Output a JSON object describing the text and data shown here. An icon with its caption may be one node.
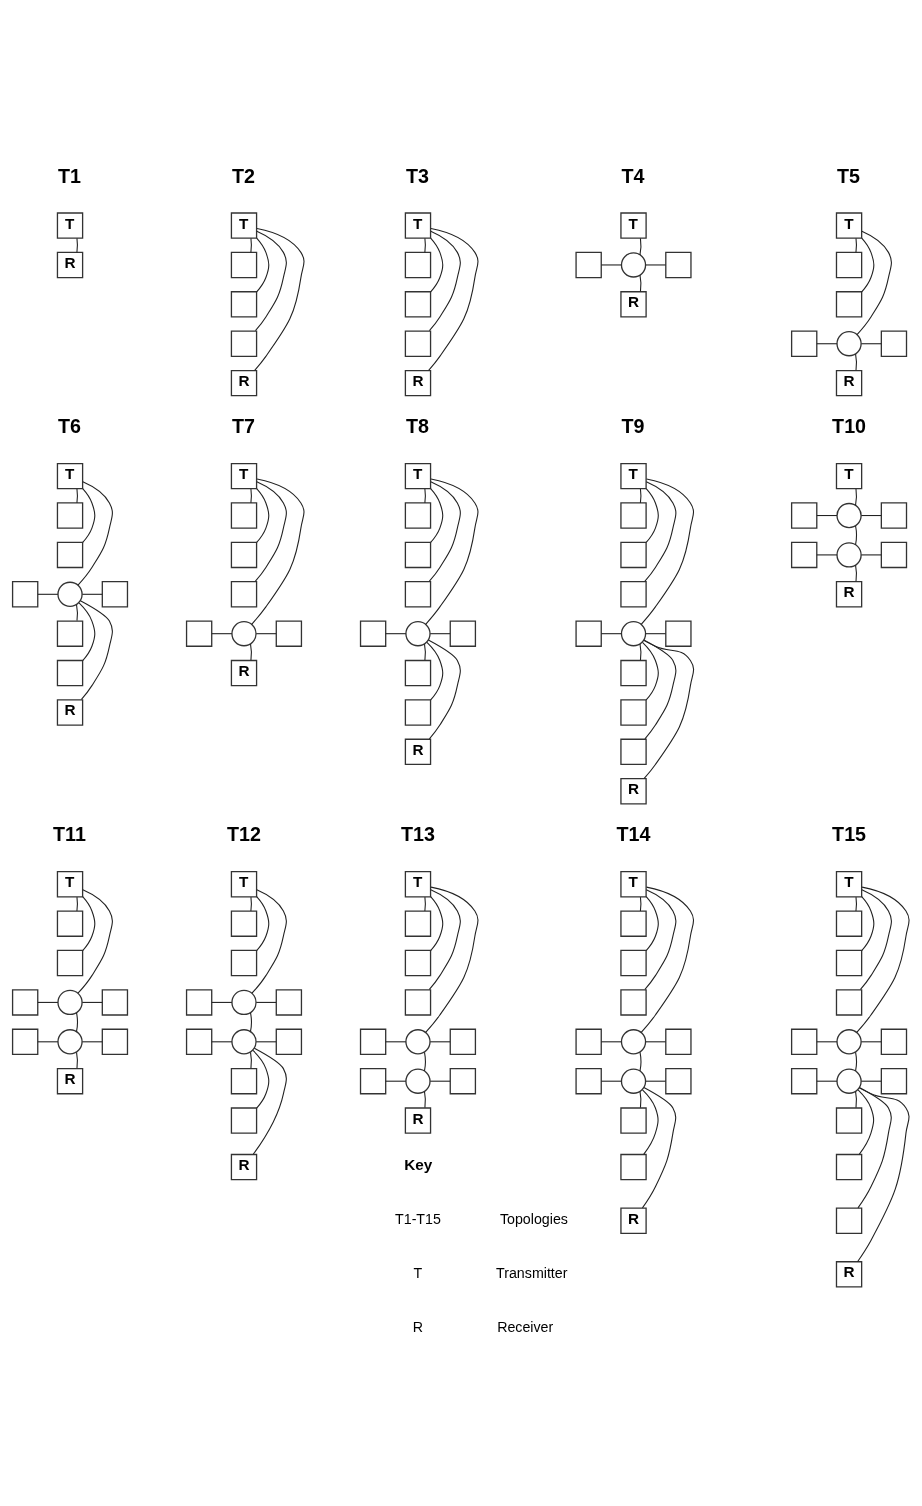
{
  "diagram": {
    "nodes": [
      {
        "text": [
          "T"
        ]
      },
      {
        "text": [
          "R"
        ]
      },
      {
        "text": [
          "T"
        ]
      },
      {
        "text": [],
        "shape": "box"
      },
      {
        "text": [],
        "shape": "box"
      },
      {
        "text": [],
        "shape": "box"
      },
      {
        "text": [
          "R"
        ]
      },
      {
        "text": [
          "T"
        ]
      },
      {
        "text": [],
        "shape": "box"
      },
      {
        "text": [],
        "shape": "box"
      },
      {
        "text": [],
        "shape": "box"
      },
      {
        "text": [
          "R"
        ]
      },
      {
        "text": [
          "T"
        ]
      },
      {
        "text": [],
        "shape": "box"
      },
      {
        "text": [],
        "shape": "circle"
      },
      {
        "text": [],
        "shape": "box"
      },
      {
        "text": [
          "R"
        ]
      },
      {
        "text": [
          "T"
        ]
      },
      {
        "text": [],
        "shape": "box"
      },
      {
        "text": [],
        "shape": "box"
      },
      {
        "text": [],
        "shape": "box"
      },
      {
        "text": [],
        "shape": "circle"
      },
      {
        "text": [],
        "shape": "box"
      },
      {
        "text": [
          "R"
        ]
      },
      {
        "text": [
          "T"
        ]
      },
      {
        "text": [],
        "shape": "box"
      },
      {
        "text": [],
        "shape": "box"
      },
      {
        "text": [],
        "shape": "box"
      },
      {
        "text": [],
        "shape": "circle"
      },
      {
        "text": [],
        "shape": "box"
      },
      {
        "text": [],
        "shape": "box"
      },
      {
        "text": [],
        "shape": "box"
      },
      {
        "text": [
          "R"
        ]
      },
      {
        "text": [
          "T"
        ]
      },
      {
        "text": [],
        "shape": "box"
      },
      {
        "text": [],
        "shape": "box"
      },
      {
        "text": [],
        "shape": "box"
      },
      {
        "text": [],
        "shape": "box"
      },
      {
        "text": [],
        "shape": "circle"
      },
      {
        "text": [],
        "shape": "box"
      },
      {
        "text": [
          "R"
        ]
      },
      {
        "text": [
          "T"
        ]
      },
      {
        "text": [],
        "shape": "box"
      },
      {
        "text": [],
        "shape": "box"
      },
      {
        "text": [],
        "shape": "box"
      },
      {
        "text": [],
        "shape": "box"
      },
      {
        "text": [],
        "shape": "circle"
      },
      {
        "text": [],
        "shape": "box"
      },
      {
        "text": [],
        "shape": "box"
      },
      {
        "text": [],
        "shape": "box"
      },
      {
        "text": [
          "R"
        ]
      },
      {
        "text": [
          "T"
        ]
      },
      {
        "text": [],
        "shape": "box"
      },
      {
        "text": [],
        "shape": "box"
      },
      {
        "text": [],
        "shape": "box"
      },
      {
        "text": [],
        "shape": "box"
      },
      {
        "text": [],
        "shape": "circle"
      },
      {
        "text": [],
        "shape": "box"
      },
      {
        "text": [],
        "shape": "box"
      },
      {
        "text": [],
        "shape": "box"
      },
      {
        "text": [],
        "shape": "box"
      },
      {
        "text": [
          "R"
        ]
      },
      {
        "text": [
          "T"
        ]
      },
      {
        "text": [],
        "shape": "box"
      },
      {
        "text": [],
        "shape": "circle"
      },
      {
        "text": [],
        "shape": "box"
      },
      {
        "text": [],
        "shape": "box"
      },
      {
        "text": [],
        "shape": "circle"
      },
      {
        "text": [],
        "shape": "box"
      },
      {
        "text": [
          "R"
        ]
      },
      {
        "text": [
          "T"
        ]
      },
      {
        "text": [],
        "shape": "box"
      },
      {
        "text": [],
        "shape": "box"
      },
      {
        "text": [],
        "shape": "box"
      },
      {
        "text": [],
        "shape": "circle"
      },
      {
        "text": [],
        "shape": "box"
      },
      {
        "text": [],
        "shape": "box"
      },
      {
        "text": [],
        "shape": "circle"
      },
      {
        "text": [],
        "shape": "box"
      },
      {
        "text": [
          "R"
        ]
      },
      {
        "text": [
          "T"
        ]
      },
      {
        "text": [],
        "shape": "box"
      },
      {
        "text": [],
        "shape": "box"
      },
      {
        "text": [],
        "shape": "box"
      },
      {
        "text": [],
        "shape": "circle"
      },
      {
        "text": [],
        "shape": "box"
      },
      {
        "text": [],
        "shape": "box"
      },
      {
        "text": [],
        "shape": "circle"
      },
      {
        "text": [],
        "shape": "box"
      },
      {
        "text": [],
        "shape": "box"
      },
      {
        "text": [],
        "shape": "box"
      },
      {
        "text": [
          "R"
        ]
      },
      {
        "text": [
          "T"
        ]
      },
      {
        "text": [],
        "shape": "box"
      },
      {
        "text": [],
        "shape": "box"
      },
      {
        "text": [],
        "shape": "box"
      },
      {
        "text": [],
        "shape": "box"
      },
      {
        "text": [],
        "shape": "circle"
      },
      {
        "text": [],
        "shape": "box"
      },
      {
        "text": [],
        "shape": "box"
      },
      {
        "text": [],
        "shape": "circle"
      },
      {
        "text": [],
        "shape": "box"
      },
      {
        "text": [
          "R"
        ]
      },
      {
        "text": [
          "T"
        ]
      },
      {
        "text": [],
        "shape": "box"
      },
      {
        "text": [],
        "shape": "box"
      },
      {
        "text": [],
        "shape": "box"
      },
      {
        "text": [],
        "shape": "box"
      },
      {
        "text": [],
        "shape": "circle"
      },
      {
        "text": [],
        "shape": "box"
      },
      {
        "text": [],
        "shape": "box"
      },
      {
        "text": [],
        "shape": "circle"
      },
      {
        "text": [],
        "shape": "box"
      },
      {
        "text": [],
        "shape": "box"
      },
      {
        "text": [],
        "shape": "box"
      },
      {
        "text": [
          "R"
        ]
      },
      {
        "text": [
          "T"
        ]
      },
      {
        "text": [],
        "shape": "box"
      },
      {
        "text": [],
        "shape": "box"
      },
      {
        "text": [],
        "shape": "box"
      },
      {
        "text": [],
        "shape": "box"
      },
      {
        "text": [],
        "shape": "circle"
      },
      {
        "text": [],
        "shape": "box"
      },
      {
        "text": [],
        "shape": "box"
      },
      {
        "text": [],
        "shape": "circle"
      },
      {
        "text": [],
        "shape": "box"
      },
      {
        "text": [],
        "shape": "box"
      },
      {
        "text": [],
        "shape": "box"
      },
      {
        "text": [],
        "shape": "box"
      },
      {
        "text": [
          "R"
        ]
      }
    ],
    "edges": [
      {
        "from": 0,
        "to": 1,
        "arrow": "none"
      },
      {
        "from": 2,
        "to": 3,
        "arrow": "none"
      },
      {
        "from": 2,
        "to": 4,
        "arrow": "none"
      },
      {
        "from": 2,
        "to": 5,
        "arrow": "none"
      },
      {
        "from": 2,
        "to": 6,
        "arrow": "none"
      },
      {
        "from": 7,
        "to": 8,
        "arrow": "none"
      },
      {
        "from": 7,
        "to": 9,
        "arrow": "none"
      },
      {
        "from": 7,
        "to": 10,
        "arrow": "none"
      },
      {
        "from": 7,
        "to": 11,
        "arrow": "none"
      },
      {
        "from": 12,
        "to": 14,
        "arrow": "none"
      },
      {
        "from": 13,
        "to": 14,
        "arrow": "none"
      },
      {
        "from": 14,
        "to": 15,
        "arrow": "none"
      },
      {
        "from": 14,
        "to": 16,
        "arrow": "none"
      },
      {
        "from": 17,
        "to": 18,
        "arrow": "none"
      },
      {
        "from": 17,
        "to": 19,
        "arrow": "none"
      },
      {
        "from": 17,
        "to": 21,
        "arrow": "none"
      },
      {
        "from": 20,
        "to": 21,
        "arrow": "none"
      },
      {
        "from": 21,
        "to": 22,
        "arrow": "none"
      },
      {
        "from": 21,
        "to": 23,
        "arrow": "none"
      },
      {
        "from": 24,
        "to": 25,
        "arrow": "none"
      },
      {
        "from": 24,
        "to": 26,
        "arrow": "none"
      },
      {
        "from": 24,
        "to": 28,
        "arrow": "none"
      },
      {
        "from": 27,
        "to": 28,
        "arrow": "none"
      },
      {
        "from": 28,
        "to": 29,
        "arrow": "none"
      },
      {
        "from": 28,
        "to": 30,
        "arrow": "none"
      },
      {
        "from": 28,
        "to": 31,
        "arrow": "none"
      },
      {
        "from": 28,
        "to": 32,
        "arrow": "none"
      },
      {
        "from": 33,
        "to": 34,
        "arrow": "none"
      },
      {
        "from": 33,
        "to": 35,
        "arrow": "none"
      },
      {
        "from": 33,
        "to": 36,
        "arrow": "none"
      },
      {
        "from": 33,
        "to": 38,
        "arrow": "none"
      },
      {
        "from": 37,
        "to": 38,
        "arrow": "none"
      },
      {
        "from": 38,
        "to": 39,
        "arrow": "none"
      },
      {
        "from": 38,
        "to": 40,
        "arrow": "none"
      },
      {
        "from": 41,
        "to": 42,
        "arrow": "none"
      },
      {
        "from": 41,
        "to": 43,
        "arrow": "none"
      },
      {
        "from": 41,
        "to": 44,
        "arrow": "none"
      },
      {
        "from": 41,
        "to": 46,
        "arrow": "none"
      },
      {
        "from": 45,
        "to": 46,
        "arrow": "none"
      },
      {
        "from": 46,
        "to": 47,
        "arrow": "none"
      },
      {
        "from": 46,
        "to": 48,
        "arrow": "none"
      },
      {
        "from": 46,
        "to": 49,
        "arrow": "none"
      },
      {
        "from": 46,
        "to": 50,
        "arrow": "none"
      },
      {
        "from": 51,
        "to": 52,
        "arrow": "none"
      },
      {
        "from": 51,
        "to": 53,
        "arrow": "none"
      },
      {
        "from": 51,
        "to": 54,
        "arrow": "none"
      },
      {
        "from": 51,
        "to": 56,
        "arrow": "none"
      },
      {
        "from": 55,
        "to": 56,
        "arrow": "none"
      },
      {
        "from": 56,
        "to": 57,
        "arrow": "none"
      },
      {
        "from": 56,
        "to": 58,
        "arrow": "none"
      },
      {
        "from": 56,
        "to": 59,
        "arrow": "none"
      },
      {
        "from": 56,
        "to": 60,
        "arrow": "none"
      },
      {
        "from": 56,
        "to": 61,
        "arrow": "none"
      },
      {
        "from": 62,
        "to": 64,
        "arrow": "none"
      },
      {
        "from": 63,
        "to": 64,
        "arrow": "none"
      },
      {
        "from": 64,
        "to": 65,
        "arrow": "none"
      },
      {
        "from": 64,
        "to": 67,
        "arrow": "none"
      },
      {
        "from": 66,
        "to": 67,
        "arrow": "none"
      },
      {
        "from": 67,
        "to": 68,
        "arrow": "none"
      },
      {
        "from": 67,
        "to": 69,
        "arrow": "none"
      },
      {
        "from": 70,
        "to": 71,
        "arrow": "none"
      },
      {
        "from": 70,
        "to": 72,
        "arrow": "none"
      },
      {
        "from": 70,
        "to": 74,
        "arrow": "none"
      },
      {
        "from": 73,
        "to": 74,
        "arrow": "none"
      },
      {
        "from": 74,
        "to": 75,
        "arrow": "none"
      },
      {
        "from": 74,
        "to": 77,
        "arrow": "none"
      },
      {
        "from": 76,
        "to": 77,
        "arrow": "none"
      },
      {
        "from": 77,
        "to": 78,
        "arrow": "none"
      },
      {
        "from": 77,
        "to": 79,
        "arrow": "none"
      },
      {
        "from": 80,
        "to": 81,
        "arrow": "none"
      },
      {
        "from": 80,
        "to": 82,
        "arrow": "none"
      },
      {
        "from": 80,
        "to": 84,
        "arrow": "none"
      },
      {
        "from": 83,
        "to": 84,
        "arrow": "none"
      },
      {
        "from": 84,
        "to": 85,
        "arrow": "none"
      },
      {
        "from": 84,
        "to": 87,
        "arrow": "none"
      },
      {
        "from": 86,
        "to": 87,
        "arrow": "none"
      },
      {
        "from": 87,
        "to": 88,
        "arrow": "none"
      },
      {
        "from": 87,
        "to": 89,
        "arrow": "none"
      },
      {
        "from": 87,
        "to": 90,
        "arrow": "none"
      },
      {
        "from": 87,
        "to": 91,
        "arrow": "none"
      },
      {
        "from": 92,
        "to": 93,
        "arrow": "none"
      },
      {
        "from": 92,
        "to": 94,
        "arrow": "none"
      },
      {
        "from": 92,
        "to": 95,
        "arrow": "none"
      },
      {
        "from": 92,
        "to": 97,
        "arrow": "none"
      },
      {
        "from": 96,
        "to": 97,
        "arrow": "none"
      },
      {
        "from": 97,
        "to": 98,
        "arrow": "none"
      },
      {
        "from": 97,
        "to": 100,
        "arrow": "none"
      },
      {
        "from": 99,
        "to": 100,
        "arrow": "none"
      },
      {
        "from": 100,
        "to": 101,
        "arrow": "none"
      },
      {
        "from": 100,
        "to": 102,
        "arrow": "none"
      },
      {
        "from": 103,
        "to": 104,
        "arrow": "none"
      },
      {
        "from": 103,
        "to": 105,
        "arrow": "none"
      },
      {
        "from": 103,
        "to": 106,
        "arrow": "none"
      },
      {
        "from": 103,
        "to": 108,
        "arrow": "none"
      },
      {
        "from": 107,
        "to": 108,
        "arrow": "none"
      },
      {
        "from": 108,
        "to": 109,
        "arrow": "none"
      },
      {
        "from": 108,
        "to": 111,
        "arrow": "none"
      },
      {
        "from": 110,
        "to": 111,
        "arrow": "none"
      },
      {
        "from": 111,
        "to": 112,
        "arrow": "none"
      },
      {
        "from": 111,
        "to": 113,
        "arrow": "none"
      },
      {
        "from": 111,
        "to": 114,
        "arrow": "none"
      },
      {
        "from": 111,
        "to": 115,
        "arrow": "none"
      },
      {
        "from": 116,
        "to": 117,
        "arrow": "none"
      },
      {
        "from": 116,
        "to": 118,
        "arrow": "none"
      },
      {
        "from": 116,
        "to": 119,
        "arrow": "none"
      },
      {
        "from": 116,
        "to": 121,
        "arrow": "none"
      },
      {
        "from": 120,
        "to": 121,
        "arrow": "none"
      },
      {
        "from": 121,
        "to": 122,
        "arrow": "none"
      },
      {
        "from": 121,
        "to": 124,
        "arrow": "none"
      },
      {
        "from": 123,
        "to": 124,
        "arrow": "none"
      },
      {
        "from": 124,
        "to": 125,
        "arrow": "none"
      },
      {
        "from": 124,
        "to": 126,
        "arrow": "none"
      },
      {
        "from": 124,
        "to": 127,
        "arrow": "none"
      },
      {
        "from": 124,
        "to": 128,
        "arrow": "none"
      },
      {
        "from": 124,
        "to": 129,
        "arrow": "none"
      }
    ],
    "labels": [
      "T1",
      "T2",
      "T3",
      "T4",
      "T5",
      "T6",
      "T7",
      "T8",
      "T9",
      "T10",
      "T11",
      "T12",
      "T13",
      "T14",
      "T15",
      "Key",
      "T1-T15",
      "Topologies",
      "T",
      "Transmitter",
      "R",
      "Receiver"
    ]
  }
}
